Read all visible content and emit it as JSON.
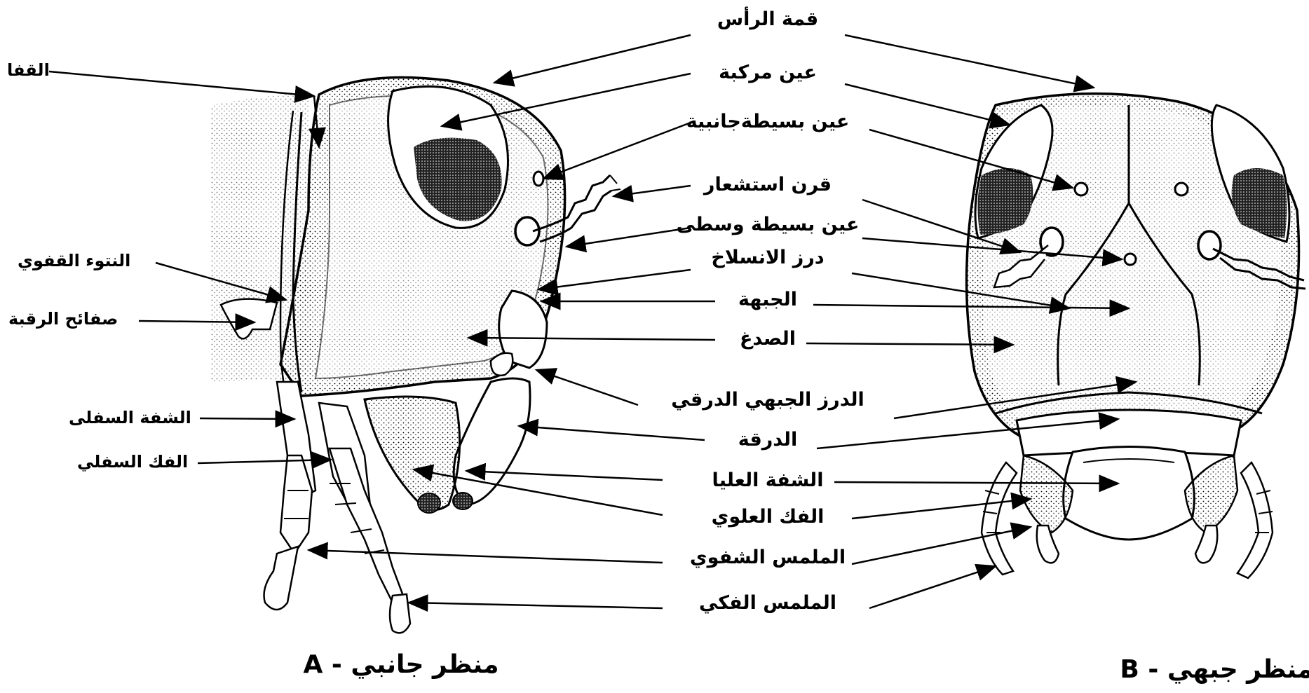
{
  "labels": {
    "vertex": "قمة الرأس",
    "compound_eye": "عين مركبة",
    "lateral_ocellus": "عين بسيطةجانبية",
    "antenna": "قرن استشعار",
    "median_ocellus": "عين بسيطة وسطى",
    "ecdysial_suture": "درز الانسلاخ",
    "frons": "الجبهة",
    "gena": "الصدغ",
    "frontoclypeal_suture": "الدرز الجبهي الدرقي",
    "clypeus": "الدرقة",
    "labrum": "الشفة العليا",
    "mandible": "الفك العلوي",
    "labial_palp": "الملمس الشفوي",
    "maxillary_palp": "الملمس الفكي",
    "occiput": "القفا",
    "occipital_condyle": "النتوء القفوي",
    "cervical_sclerites": "صفائح الرقبة",
    "labium": "الشفة السفلى",
    "maxilla": "الفك السفلي"
  },
  "captions": {
    "lateral_view": "منظر جانبي - A",
    "frontal_view": "منظر جبهي - B"
  },
  "colors": {
    "ink": "#000000",
    "paper": "#ffffff",
    "shade": "#1a1a1a"
  }
}
